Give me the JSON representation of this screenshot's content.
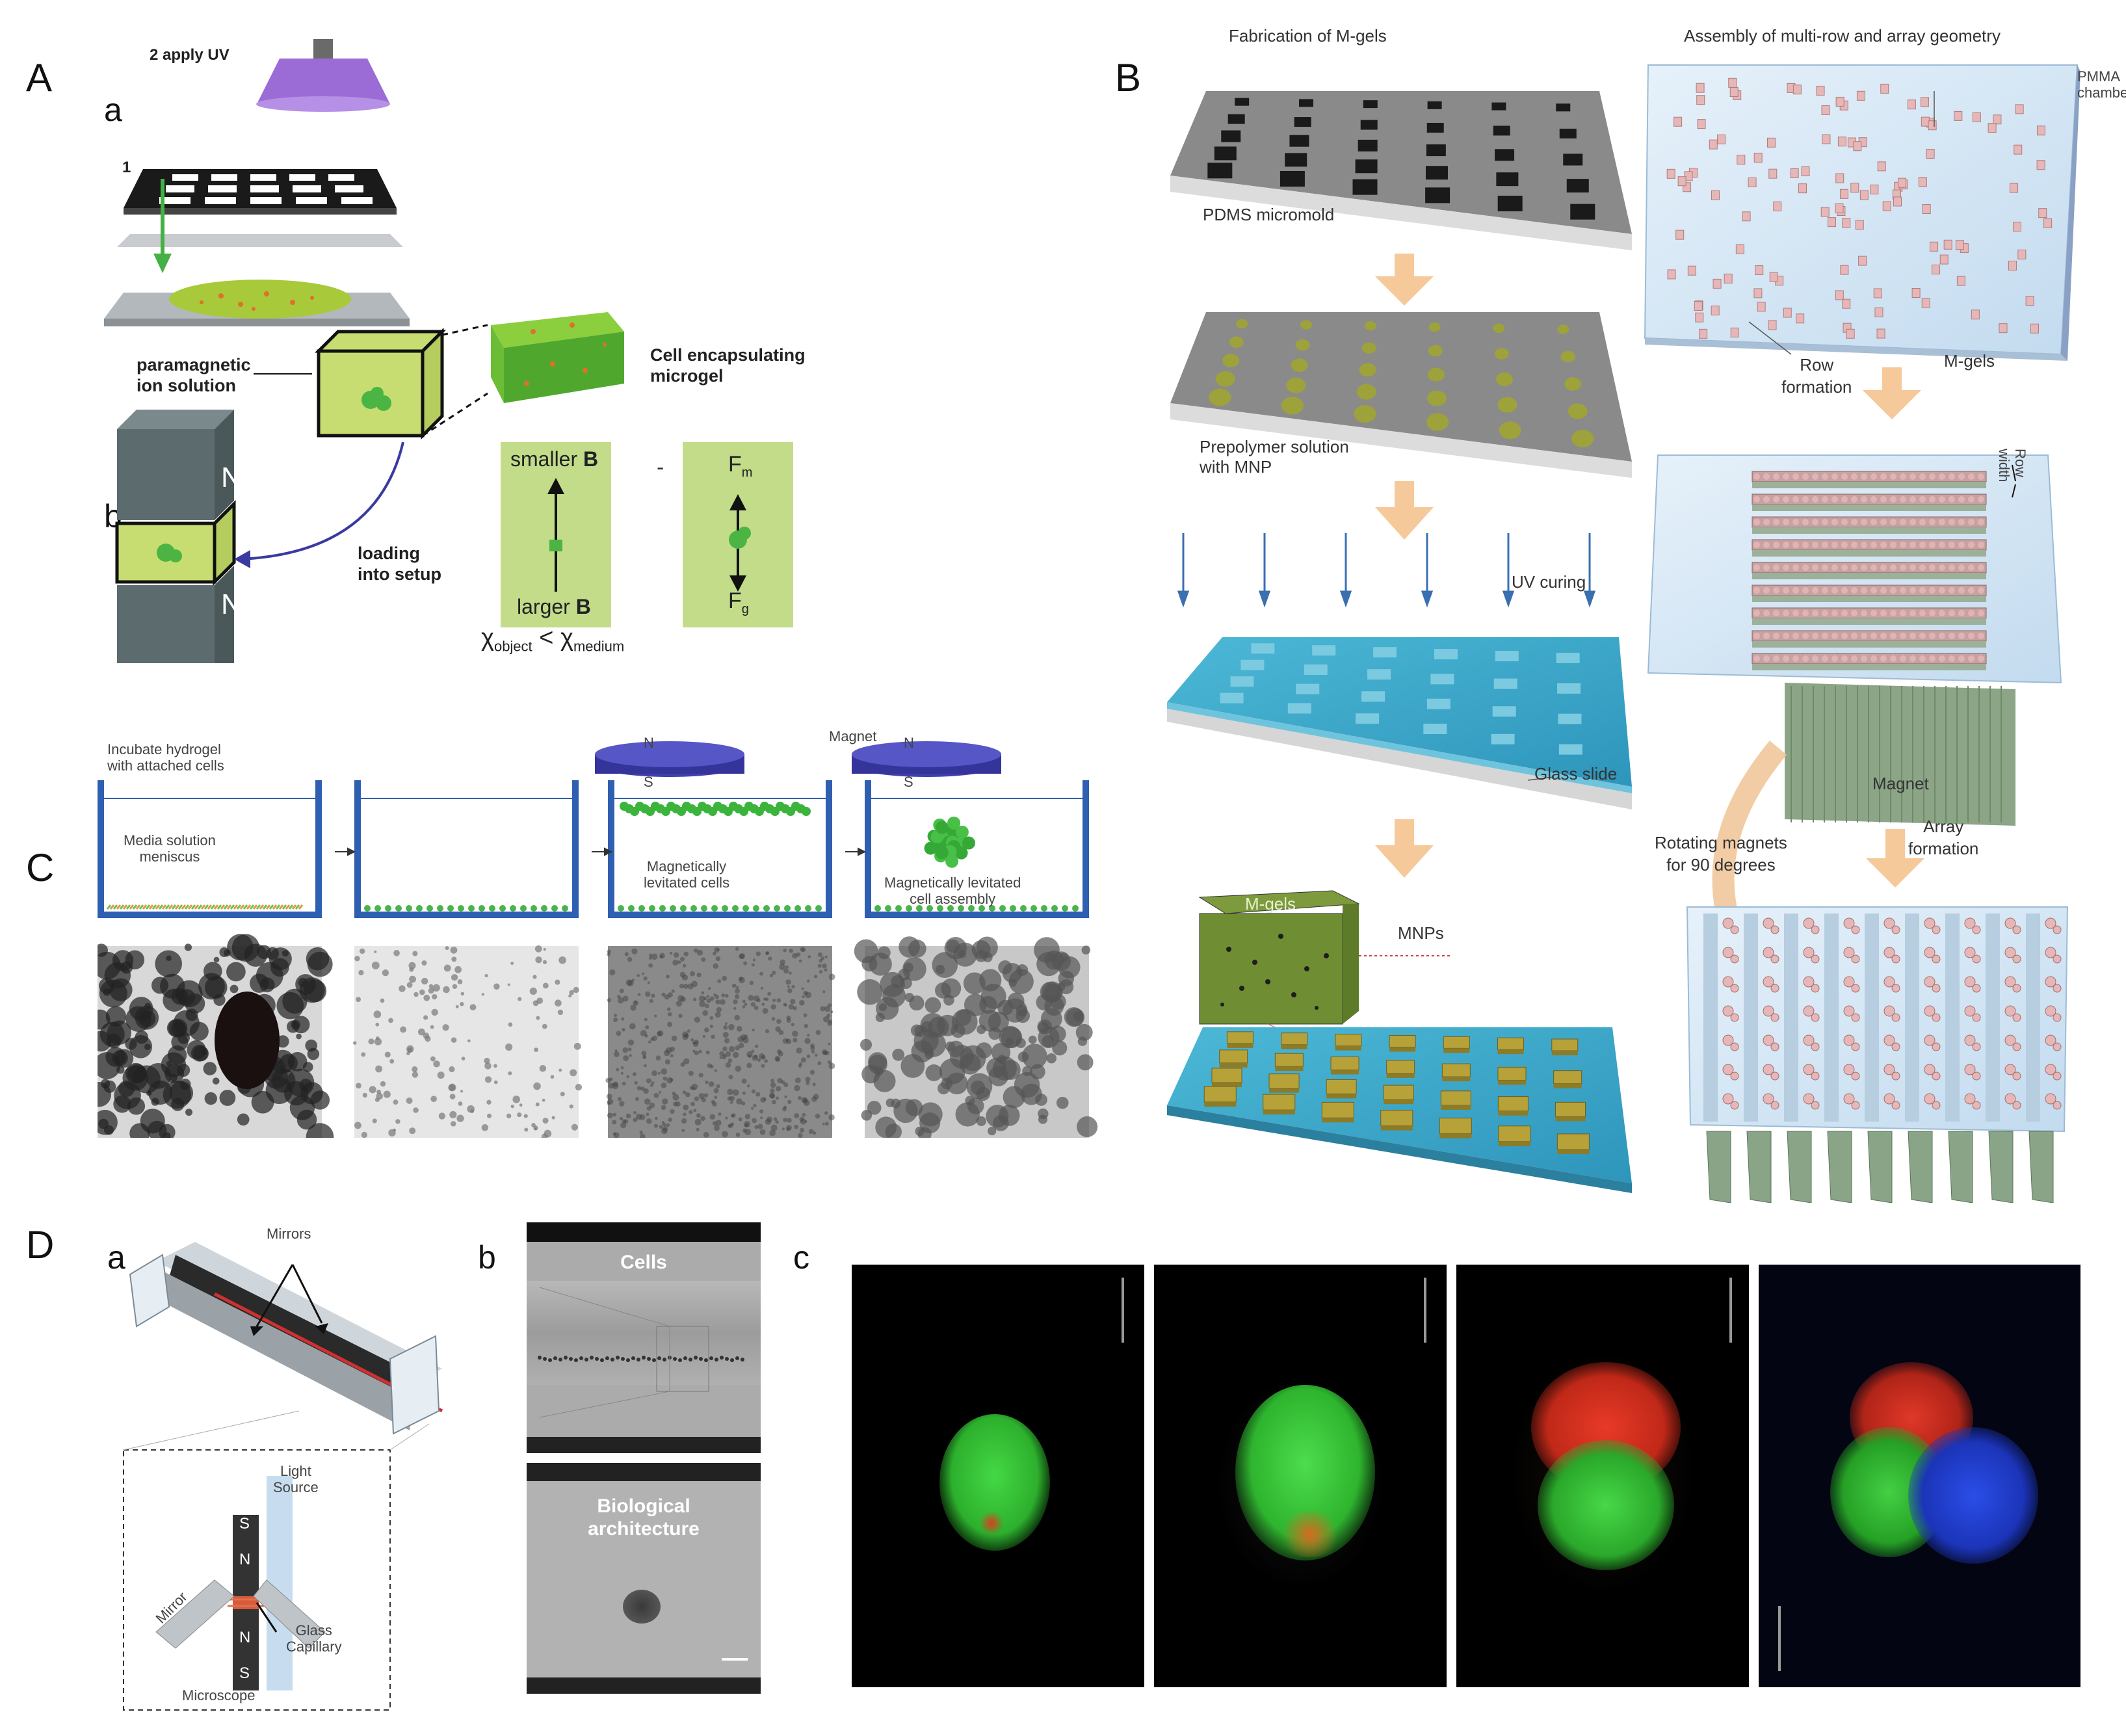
{
  "panels": {
    "A": "A",
    "B": "B",
    "C": "C",
    "D": "D",
    "A_sub_a": "a",
    "A_sub_b": "b",
    "D_sub_a": "a",
    "D_sub_b": "b",
    "D_sub_c": "c"
  },
  "panelA": {
    "step2": "2 apply UV",
    "step1": "1",
    "paramagnetic": "paramagnetic\nion solution",
    "cell_microgel": "Cell encapsulating\nmicrogel",
    "loading": "loading\ninto setup",
    "magnet_n_top": "N",
    "magnet_n_bottom": "N",
    "smaller_b": "smaller",
    "larger_b": "larger",
    "b_symbol": "B",
    "fm": "F",
    "fm_sub": "m",
    "fg": "F",
    "fg_sub": "g",
    "chi_object": "χ",
    "chi_object_sub": "object",
    "chi_medium": "χ",
    "chi_medium_sub": "medium",
    "less_than": "<",
    "dash": "-"
  },
  "panelB": {
    "fabrication": "Fabrication of M-gels",
    "assembly": "Assembly of multi-row and array geometry",
    "pdms": "PDMS micromold",
    "prepolymer": "Prepolymer solution\nwith MNP",
    "uv_curing": "UV curing",
    "glass_slide": "Glass slide",
    "mgels_box": "M-gels",
    "mnps": "MNPs",
    "pmma": "PMMA\nchamber",
    "mgels_label": "M-gels",
    "row_formation": "Row\nformation",
    "row_width": "Row\nwidth",
    "magnet": "Magnet",
    "rotating": "Rotating magnets\nfor 90 degrees",
    "array_formation": "Array\nformation"
  },
  "panelC": {
    "incubate": "Incubate hydrogel\nwith attached cells",
    "meniscus": "Media solution\nmeniscus",
    "magnet": "Magnet",
    "n1": "N",
    "s1": "S",
    "n2": "N",
    "s2": "S",
    "levitated_cells": "Magnetically\nlevitated cells",
    "levitated_assembly": "Magnetically levitated\ncell assembly"
  },
  "panelD": {
    "mirrors": "Mirrors",
    "light_source": "Light\nSource",
    "mirror": "Mirror",
    "glass_capillary": "Glass\nCapillary",
    "microscope": "Microscope",
    "s_top": "S",
    "n_top": "N",
    "n_bot": "N",
    "s_bot": "S",
    "cells": "Cells",
    "bio_arch": "Biological\narchitecture"
  },
  "colors": {
    "gel_green": "#a8c93a",
    "cell_green": "#3cb43c",
    "magnet_gray": "#5b6b6e",
    "arrow_orange": "#f6c99a",
    "glass_blue": "#3aa6c8",
    "pmma_blue": "#cfe3f2",
    "uv_purple": "#9b6bd6",
    "dish_blue": "#2f5fb0"
  }
}
